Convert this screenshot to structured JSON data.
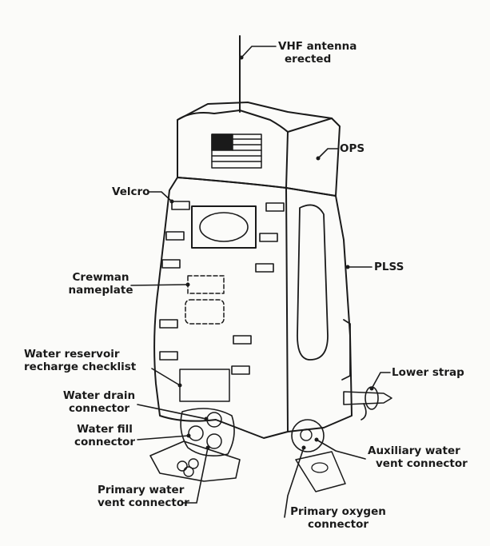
{
  "diagram": {
    "labels": {
      "vhf_antenna": [
        "VHF antenna",
        "erected"
      ],
      "ops": "OPS",
      "velcro": "Velcro",
      "plss": "PLSS",
      "crewman_nameplate": [
        "Crewman",
        "nameplate"
      ],
      "water_reservoir": [
        "Water reservoir",
        "recharge checklist"
      ],
      "lower_strap": "Lower strap",
      "water_drain": [
        "Water drain",
        "connector"
      ],
      "water_fill": [
        "Water fill",
        "connector"
      ],
      "auxiliary_water_vent": [
        "Auxiliary water",
        "vent connector"
      ],
      "primary_water_vent": [
        "Primary water",
        "vent connector"
      ],
      "primary_oxygen": [
        "Primary oxygen",
        "connector"
      ]
    }
  }
}
